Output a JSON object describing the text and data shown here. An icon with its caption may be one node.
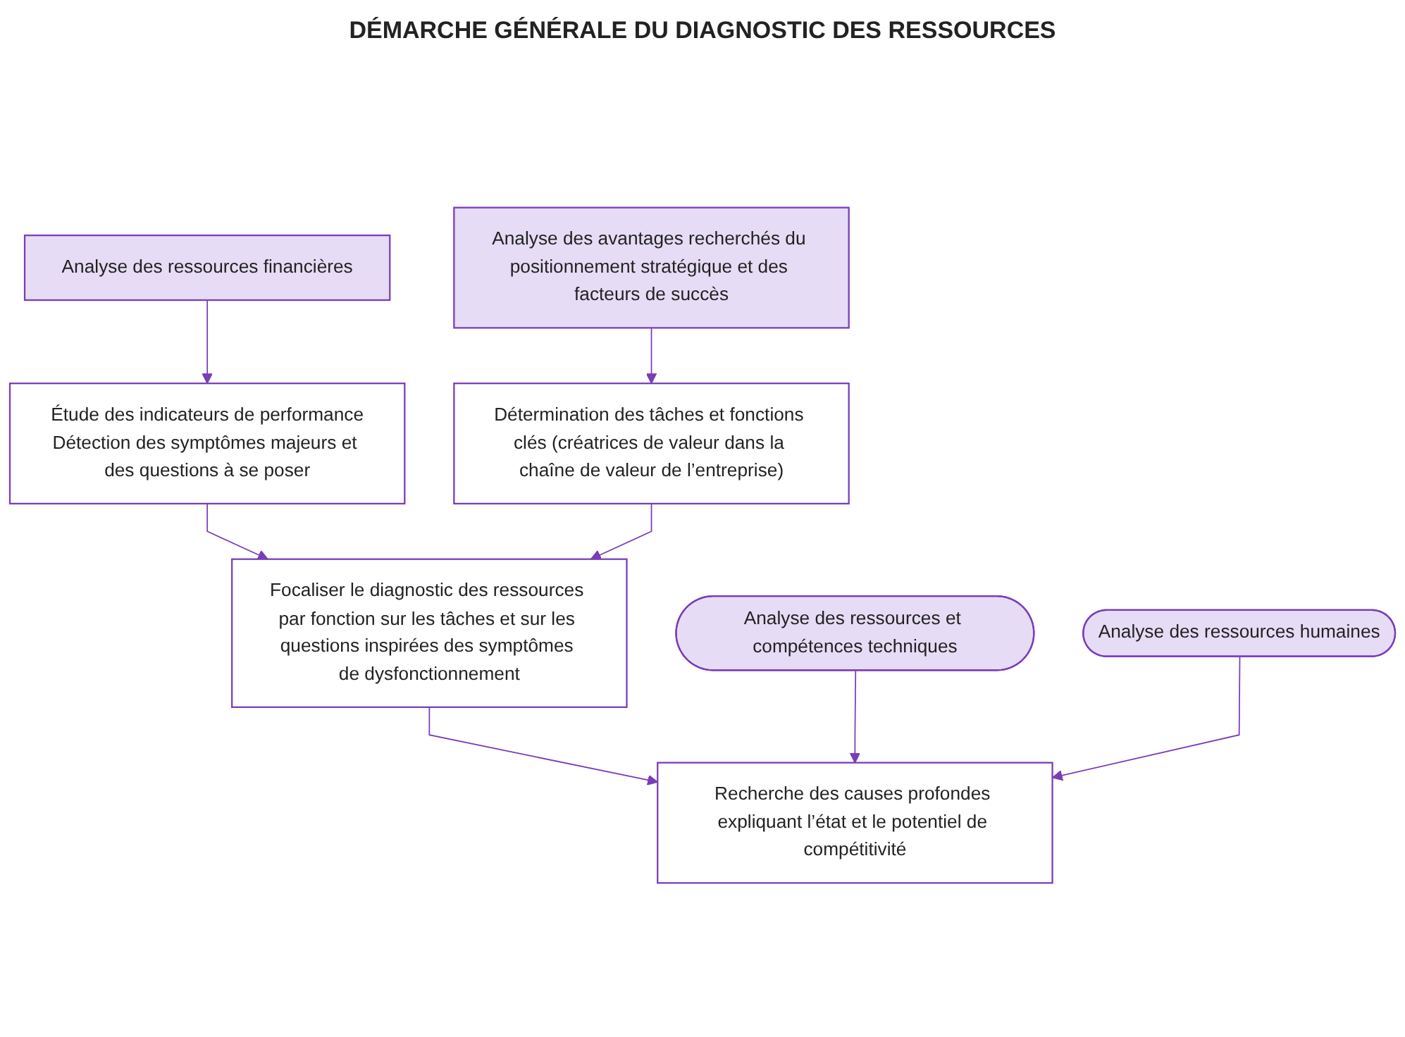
{
  "diagram": {
    "title": "DÉMARCHE GÉNÉRALE DU DIAGNOSTIC DES RESSOURCES",
    "nodes": [
      {
        "text": [
          "Analyse des ressources financières"
        ]
      },
      {
        "text": [
          "Analyse des avantages recherchés du positionnement stratégique et des facteurs de succès"
        ]
      },
      {
        "text": [
          "Étude des indicateurs de performance",
          "Détection des symptômes majeurs et des questions à se poser"
        ]
      },
      {
        "text": [
          "Détermination des tâches et fonctions clés (créatrices de valeur dans la chaîne de valeur de l’entreprise)"
        ]
      },
      {
        "text": [
          "Focaliser le diagnostic des ressources par fonction sur les tâches et sur les questions inspirées des symptômes de dysfonctionnement"
        ]
      },
      {
        "text": [
          "Analyse des ressources et compétences techniques"
        ]
      },
      {
        "text": [
          "Analyse des ressources humaines"
        ]
      },
      {
        "text": [
          "Recherche des causes profondes expliquant l’état et le potentiel de compétitivité"
        ]
      }
    ],
    "edges": [
      {
        "from": 0,
        "to": 2,
        "arrow": "to"
      },
      {
        "from": 1,
        "to": 3,
        "arrow": "to"
      },
      {
        "from": 2,
        "to": 4,
        "arrow": "to"
      },
      {
        "from": 3,
        "to": 4,
        "arrow": "to"
      },
      {
        "from": 4,
        "to": 7,
        "arrow": "to"
      },
      {
        "from": 5,
        "to": 7,
        "arrow": "to"
      },
      {
        "from": 6,
        "to": 7,
        "arrow": "to"
      }
    ]
  }
}
